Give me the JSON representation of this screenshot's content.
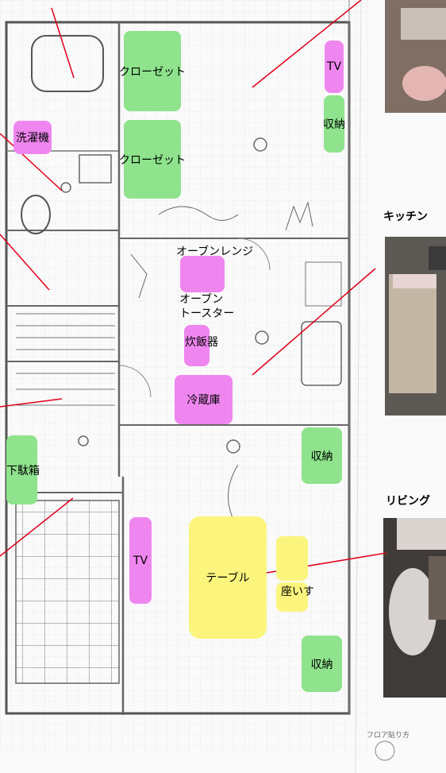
{
  "labels": {
    "closet": "クローゼット",
    "tv": "TV",
    "storage": "収納",
    "washer": "洗濯機",
    "oven_range": "オーブンレンジ",
    "oven_toaster": "オーブン\nトースター",
    "rice_cooker": "炊飯器",
    "fridge": "冷蔵庫",
    "shoe_box": "下駄箱",
    "table": "テーブル",
    "chair": "座いす"
  },
  "photo_titles": {
    "kitchen": "キッチン",
    "living": "リビング"
  },
  "colors": {
    "green": "#8ee38c",
    "pink": "#ef86ef",
    "yellow": "#fbf57e",
    "line": "#e0001a"
  }
}
